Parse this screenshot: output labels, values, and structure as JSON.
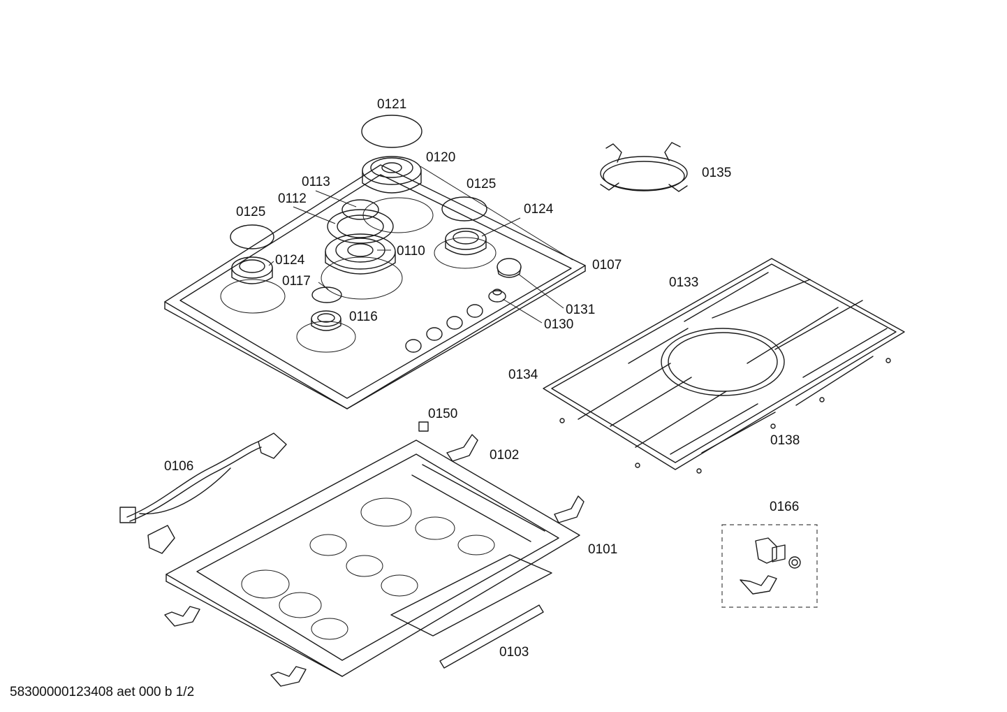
{
  "labels": {
    "p0121": "0121",
    "p0120": "0120",
    "p0113": "0113",
    "p0112": "0112",
    "p0125a": "0125",
    "p0125b": "0125",
    "p0124a": "0124",
    "p0124b": "0124",
    "p0110": "0110",
    "p0117": "0117",
    "p0116": "0116",
    "p0107": "0107",
    "p0131": "0131",
    "p0130": "0130",
    "p0135": "0135",
    "p0133": "0133",
    "p0134": "0134",
    "p0138": "0138",
    "p0150": "0150",
    "p0102": "0102",
    "p0106": "0106",
    "p0101": "0101",
    "p0166": "0166",
    "p0103": "0103"
  },
  "footer": "58300000123408 aet 000 b 1/2"
}
